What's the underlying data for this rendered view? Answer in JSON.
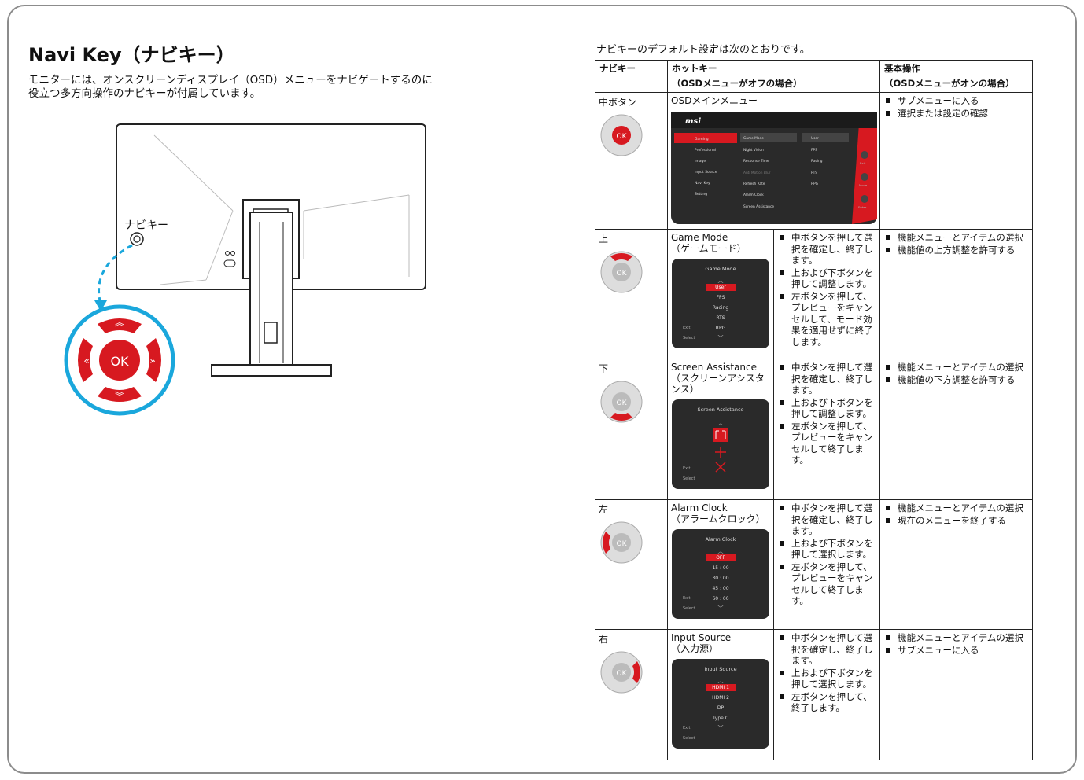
{
  "left": {
    "title": "Navi Key（ナビキー）",
    "intro_line1": "モニターには、オンスクリーンディスプレイ（OSD）メニューをナビゲートするのに",
    "intro_line2": "役立つ多方向操作のナビキーが付属しています。",
    "navi_label": "ナビキー",
    "ok_label": "OK"
  },
  "right": {
    "caption": "ナビキーのデフォルト設定は次のとおりです。",
    "headers": {
      "key": "ナビキー",
      "hot": "ホットキー",
      "hot_sub": "（OSDメニューがオフの場合）",
      "basic": "基本操作",
      "basic_sub": "（OSDメニューがオンの場合）"
    },
    "rows": [
      {
        "key": "中ボタン",
        "hot": "OSDメインメニュー",
        "hot_sub": "",
        "ops": [],
        "basic": [
          "サブメニューに入る",
          "選択または設定の確認"
        ]
      },
      {
        "key": "上",
        "hot": "Game Mode",
        "hot_sub": "（ゲームモード）",
        "ops": [
          "中ボタンを押して選択を確定し、終了します。",
          "上および下ボタンを押して調整します。",
          "左ボタンを押して、プレビューをキャンセルして、モード効果を適用せずに終了します。"
        ],
        "basic": [
          "機能メニューとアイテムの選択",
          "機能値の上方調整を許可する"
        ]
      },
      {
        "key": "下",
        "hot": "Screen Assistance",
        "hot_sub": "（スクリーンアシスタンス）",
        "ops": [
          "中ボタンを押して選択を確定し、終了します。",
          "上および下ボタンを押して調整します。",
          "左ボタンを押して、プレビューをキャンセルして終了します。"
        ],
        "basic": [
          "機能メニューとアイテムの選択",
          "機能値の下方調整を許可する"
        ]
      },
      {
        "key": "左",
        "hot": "Alarm Clock",
        "hot_sub": "（アラームクロック）",
        "ops": [
          "中ボタンを押して選択を確定し、終了します。",
          "上および下ボタンを押して選択します。",
          "左ボタンを押して、プレビューをキャンセルして終了します。"
        ],
        "basic": [
          "機能メニューとアイテムの選択",
          "現在のメニューを終了する"
        ]
      },
      {
        "key": "右",
        "hot": "Input Source",
        "hot_sub": "（入力源）",
        "ops": [
          "中ボタンを押して選択を確定し、終了します。",
          "上および下ボタンを押して選択します。",
          "左ボタンを押して、終了します。"
        ],
        "basic": [
          "機能メニューとアイテムの選択",
          "サブメニューに入る"
        ]
      }
    ]
  },
  "osd_main": {
    "brand": "msi",
    "sidebar": [
      "Gaming",
      "Professional",
      "Image",
      "Input Source",
      "Navi Key",
      "Setting"
    ],
    "middle": [
      "Game Mode",
      "Night Vision",
      "Response Time",
      "Anti Motion Blur",
      "Refresh Rate",
      "Alarm Clock",
      "Screen Assistance"
    ],
    "right": [
      "User",
      "FPS",
      "Racing",
      "RTS",
      "RPG"
    ],
    "side_buttons": [
      "Exit",
      "Move",
      "Enter"
    ]
  },
  "mini_game_mode": {
    "title": "Game Mode",
    "items": [
      "User",
      "FPS",
      "Racing",
      "RTS",
      "RPG"
    ],
    "selected": "User",
    "exit": "Exit",
    "select": "Select"
  },
  "mini_screen_assist": {
    "title": "Screen Assistance",
    "exit": "Exit",
    "select": "Select"
  },
  "mini_alarm": {
    "title": "Alarm Clock",
    "items": [
      "OFF",
      "15 : 00",
      "30 : 00",
      "45 : 00",
      "60 : 00"
    ],
    "selected": "OFF",
    "exit": "Exit",
    "select": "Select"
  },
  "mini_input": {
    "title": "Input Source",
    "items": [
      "HDMI 1",
      "HDMI 2",
      "DP",
      "Type C"
    ],
    "selected": "HDMI 1",
    "exit": "Exit",
    "select": "Select"
  },
  "colors": {
    "accent_red": "#d71920",
    "osd_bg": "#2a2a2a",
    "callout_blue": "#1aa7dc"
  }
}
